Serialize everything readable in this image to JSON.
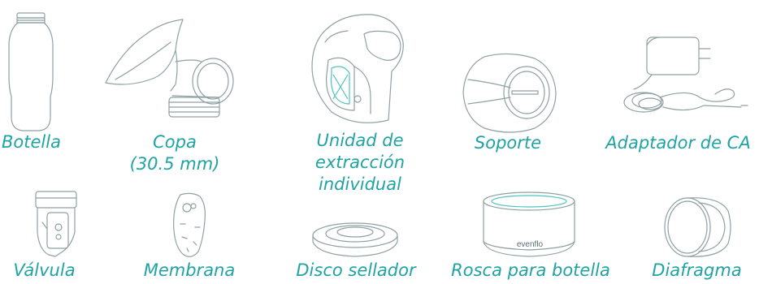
{
  "colors": {
    "accent": "#1fa3a3",
    "line": "#8fa0a3",
    "fill_teal": "#7fd6d1"
  },
  "parts": [
    {
      "label": "Botella",
      "icon": "bottle-icon"
    },
    {
      "label": "Copa\n(30.5 mm)",
      "icon": "breast-shield-icon"
    },
    {
      "label": "Unidad de\nextracción\nindividual",
      "icon": "pump-unit-icon"
    },
    {
      "label": "Soporte",
      "icon": "stand-icon"
    },
    {
      "label": "Adaptador de CA",
      "icon": "ac-adapter-icon"
    },
    {
      "label": "Válvula",
      "icon": "valve-icon"
    },
    {
      "label": "Membrana",
      "icon": "membrane-icon"
    },
    {
      "label": "Disco sellador",
      "icon": "sealing-disc-icon"
    },
    {
      "label": "Rosca para botella",
      "icon": "bottle-ring-icon"
    },
    {
      "label": "Diafragma",
      "icon": "diaphragm-icon"
    }
  ],
  "brand": {
    "logo_text": "evenflo"
  }
}
